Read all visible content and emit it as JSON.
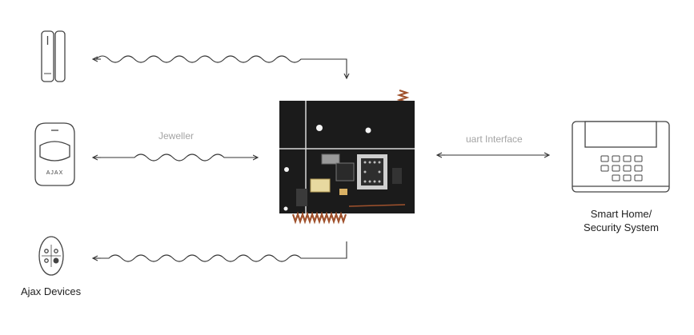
{
  "labels": {
    "jeweller": "Jeweller",
    "uart": "uart Interface",
    "system_line1": "Smart Home/",
    "system_line2": "Security System",
    "ajax_devices": "Ajax Devices"
  },
  "device_logo": "AJAX",
  "icons": {
    "door_sensor": "door-contact-sensor-icon",
    "motion_sensor": "motion-detector-icon",
    "key_fob": "key-fob-icon",
    "module": "radio-module-board",
    "control_panel": "security-control-panel-icon"
  },
  "colors": {
    "line": "#333333",
    "outline": "#444444",
    "board": "#1b1b1b",
    "antenna": "#a0522d",
    "label_muted": "#a4a4a4",
    "label_dark": "#222222"
  }
}
